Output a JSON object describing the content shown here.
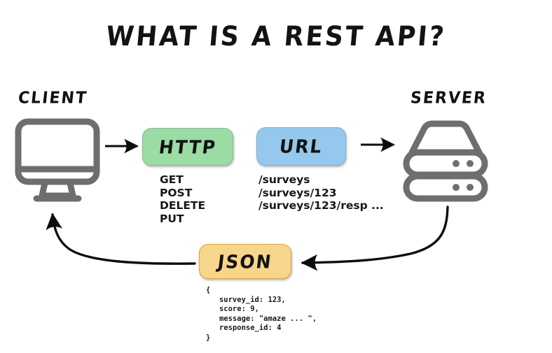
{
  "title": "WHAT IS A REST API?",
  "endpoints": {
    "client": {
      "label": "CLIENT",
      "icon": "monitor-icon"
    },
    "server": {
      "label": "SERVER",
      "icon": "server-stack-icon"
    }
  },
  "nodes": {
    "http": {
      "label": "HTTP",
      "color": "#9BDCA4",
      "methods": "GET\nPOST\nDELETE\nPUT",
      "methods_list": [
        "GET",
        "POST",
        "DELETE",
        "PUT"
      ]
    },
    "url": {
      "label": "URL",
      "color": "#95C8EC",
      "paths": "/surveys\n/surveys/123\n/surveys/123/resp ...",
      "paths_list": [
        "/surveys",
        "/surveys/123",
        "/surveys/123/resp ..."
      ]
    },
    "json": {
      "label": "JSON",
      "color": "#F7D58B",
      "code": "{\n   survey_id: 123,\n   score: 9,\n   message: \"amaze ... \",\n   response_id: 4\n}",
      "fields": [
        {
          "key": "survey_id",
          "value": "123,"
        },
        {
          "key": "score",
          "value": "9,"
        },
        {
          "key": "message",
          "value": "\"amaze ... \","
        },
        {
          "key": "response_id",
          "value": "4"
        }
      ]
    }
  },
  "arrows": [
    {
      "name": "client-to-http",
      "kind": "straight",
      "direction": "right"
    },
    {
      "name": "url-to-server",
      "kind": "straight",
      "direction": "right"
    },
    {
      "name": "server-to-json",
      "kind": "curved",
      "direction": "left"
    },
    {
      "name": "json-to-client",
      "kind": "curved",
      "direction": "up-left"
    }
  ],
  "colors": {
    "icon_gray": "#6E6E6E",
    "ink_black": "#121212",
    "background": "#FFFFFF"
  }
}
